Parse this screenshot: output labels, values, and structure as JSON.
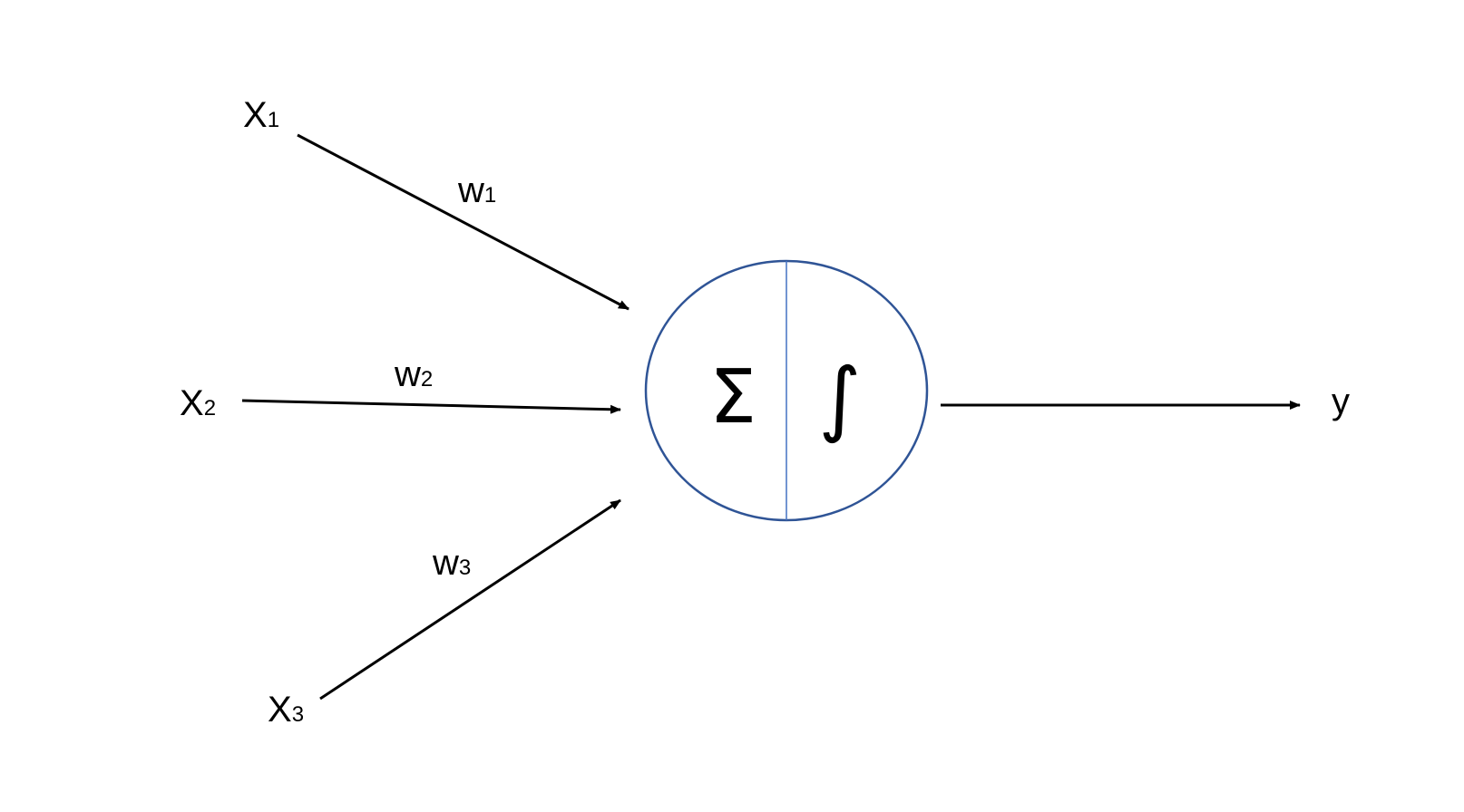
{
  "inputs": [
    {
      "label": "X",
      "subscript": "1"
    },
    {
      "label": "X",
      "subscript": "2"
    },
    {
      "label": "X",
      "subscript": "3"
    }
  ],
  "weights": [
    {
      "label": "w",
      "subscript": "1"
    },
    {
      "label": "w",
      "subscript": "2"
    },
    {
      "label": "w",
      "subscript": "3"
    }
  ],
  "neuron": {
    "sum_symbol": "Σ",
    "activation_symbol": "∫",
    "border_color": "#2f5496",
    "divider_color": "#4472c4"
  },
  "output": {
    "label": "y"
  },
  "arrow_color": "#000000"
}
